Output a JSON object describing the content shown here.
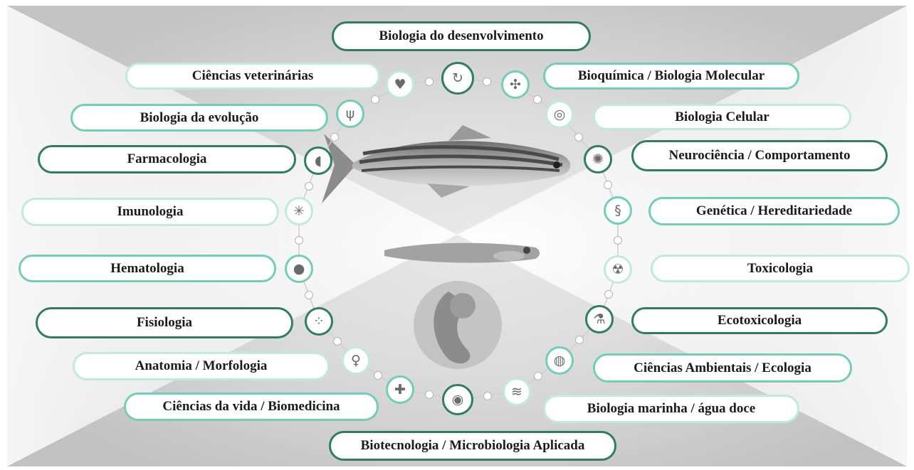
{
  "colors": {
    "dark": "#2f7d64",
    "mid": "#72cfb3",
    "light": "#bfeadc",
    "background_gray": "#bdbdbd"
  },
  "center_images": [
    "adult-zebrafish",
    "zebrafish-larva",
    "zebrafish-embryo"
  ],
  "topics": [
    {
      "label": "Biologia do desenvolvimento",
      "icon": "cycle-arrows-icon",
      "style": "dark"
    },
    {
      "label": "Bioquímica / Biologia Molecular",
      "icon": "molecule-icon",
      "style": "mid"
    },
    {
      "label": "Biologia Celular",
      "icon": "cell-icon",
      "style": "light"
    },
    {
      "label": "Neurociência / Comportamento",
      "icon": "brain-gear-icon",
      "style": "dark"
    },
    {
      "label": "Genética / Hereditariedade",
      "icon": "dna-icon",
      "style": "mid"
    },
    {
      "label": "Toxicologia",
      "icon": "toxic-flask-icon",
      "style": "light"
    },
    {
      "label": "Ecotoxicologia",
      "icon": "test-tube-drop-icon",
      "style": "dark"
    },
    {
      "label": "Ciências Ambientais / Ecologia",
      "icon": "globe-icon",
      "style": "mid"
    },
    {
      "label": "Biologia marinha / água doce",
      "icon": "waves-fish-icon",
      "style": "light"
    },
    {
      "label": "Biotecnologia / Microbiologia Aplicada",
      "icon": "petri-dish-icon",
      "style": "dark"
    },
    {
      "label": "Ciências da vida / Biomedicina",
      "icon": "dna-medical-icon",
      "style": "mid"
    },
    {
      "label": "Anatomia / Morfologia",
      "icon": "human-fish-icon",
      "style": "light"
    },
    {
      "label": "Fisiologia",
      "icon": "circle-dots-icon",
      "style": "dark"
    },
    {
      "label": "Hematologia",
      "icon": "blood-cells-icon",
      "style": "mid"
    },
    {
      "label": "Imunologia",
      "icon": "antibodies-icon",
      "style": "light"
    },
    {
      "label": "Farmacologia",
      "icon": "capsule-icon",
      "style": "dark"
    },
    {
      "label": "Biologia da evolução",
      "icon": "evolution-tree-icon",
      "style": "mid"
    },
    {
      "label": "Ciências veterinárias",
      "icon": "heart-fish-icon",
      "style": "light"
    }
  ]
}
